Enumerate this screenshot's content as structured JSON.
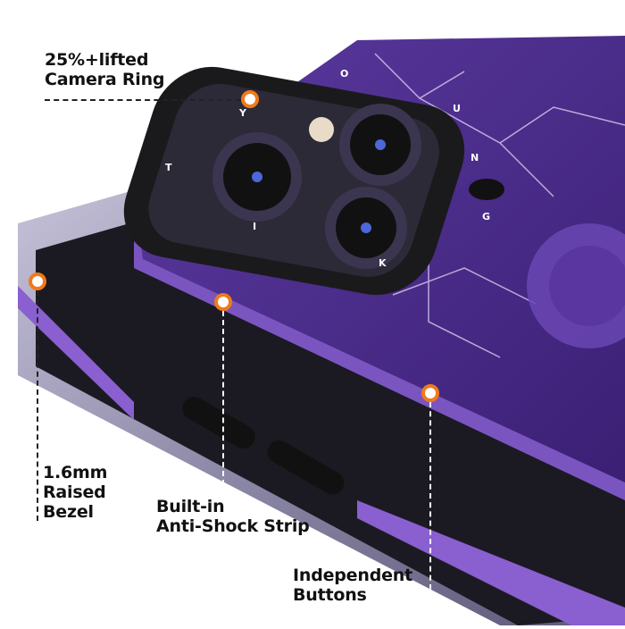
{
  "callouts": {
    "camera_ring": {
      "line1": "25%+lifted",
      "line2": "Camera Ring"
    },
    "raised_bezel": {
      "line1": "1.6mm",
      "line2": "Raised",
      "line3": "Bezel"
    },
    "anti_shock": {
      "line1": "Built-in",
      "line2": "Anti-Shock Strip"
    },
    "buttons": {
      "line1": "Independent",
      "line2": "Buttons"
    }
  },
  "ring_letters": [
    "T",
    "Y",
    "O",
    "U",
    "N",
    "G",
    "K",
    "I"
  ],
  "colors": {
    "accent": "#f07a1a",
    "case_purple": "#4a2a8a",
    "ring_black": "#1a1a1c"
  }
}
